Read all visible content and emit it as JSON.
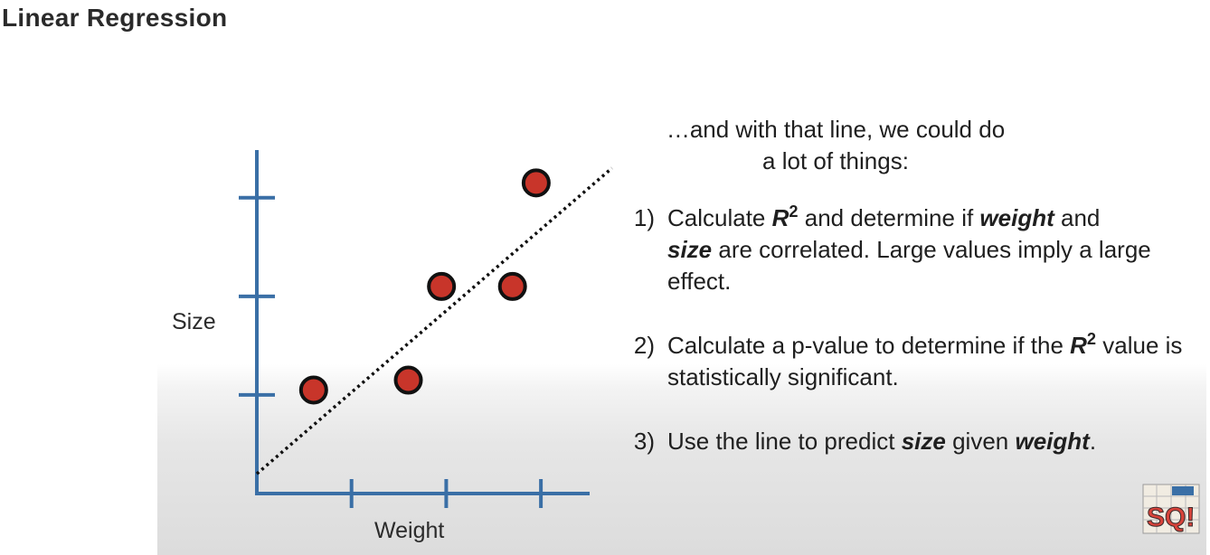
{
  "page": {
    "title": "Linear Regression"
  },
  "plot": {
    "y_label": "Size",
    "x_label": "Weight",
    "axis_color": "#3a6fa6",
    "point_color": "#c8352a",
    "point_stroke": "#111111",
    "points": [
      {
        "x": 0.6,
        "y": 1.05
      },
      {
        "x": 1.6,
        "y": 1.15
      },
      {
        "x": 1.95,
        "y": 2.1
      },
      {
        "x": 2.7,
        "y": 2.1
      },
      {
        "x": 2.95,
        "y": 3.15
      }
    ],
    "fit_line": {
      "x0": 0.0,
      "y0": 0.2,
      "x1": 3.75,
      "y1": 3.3
    },
    "xlim": [
      0,
      3.4
    ],
    "ylim": [
      0,
      3.3
    ],
    "x_ticks": [
      1,
      2,
      3
    ],
    "y_ticks": [
      1,
      2,
      3
    ]
  },
  "notes": {
    "intro_line1": "…and with that line, we could do",
    "intro_line2": "a lot of things:",
    "item1": {
      "num": "1)",
      "t1": "Calculate ",
      "r": "R",
      "sq": "2",
      "t2": " and determine if ",
      "w": "weight",
      "t3": " and",
      "s": "size",
      "t4": " are correlated. Large values imply a large effect."
    },
    "item2": {
      "num": "2)",
      "t1": "Calculate a p-value to determine if the ",
      "r": "R",
      "sq": "2",
      "t2": " value is statistically significant."
    },
    "item3": {
      "num": "3)",
      "t1": "Use the line to predict ",
      "s": "size",
      "t2": " given ",
      "w": "weight",
      "t3": "."
    }
  },
  "logo": {
    "text": "SQ!"
  }
}
